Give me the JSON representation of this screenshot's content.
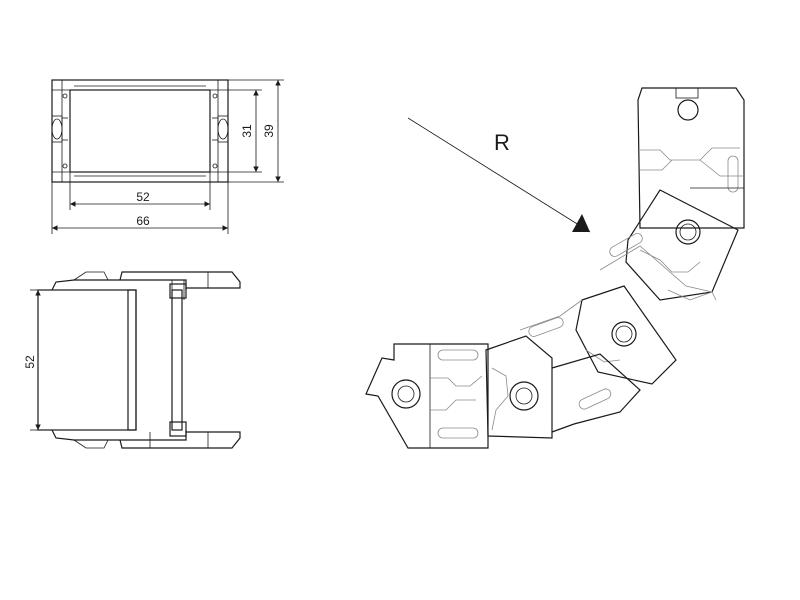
{
  "drawing": {
    "dimensions": {
      "inner_height": "31",
      "outer_height": "39",
      "inner_width": "52",
      "outer_width": "66",
      "side_width": "52"
    },
    "radius_label": "R",
    "colors": {
      "line": "#1a1a1a",
      "hidden": "#8a8a8a",
      "background": "#ffffff"
    }
  }
}
